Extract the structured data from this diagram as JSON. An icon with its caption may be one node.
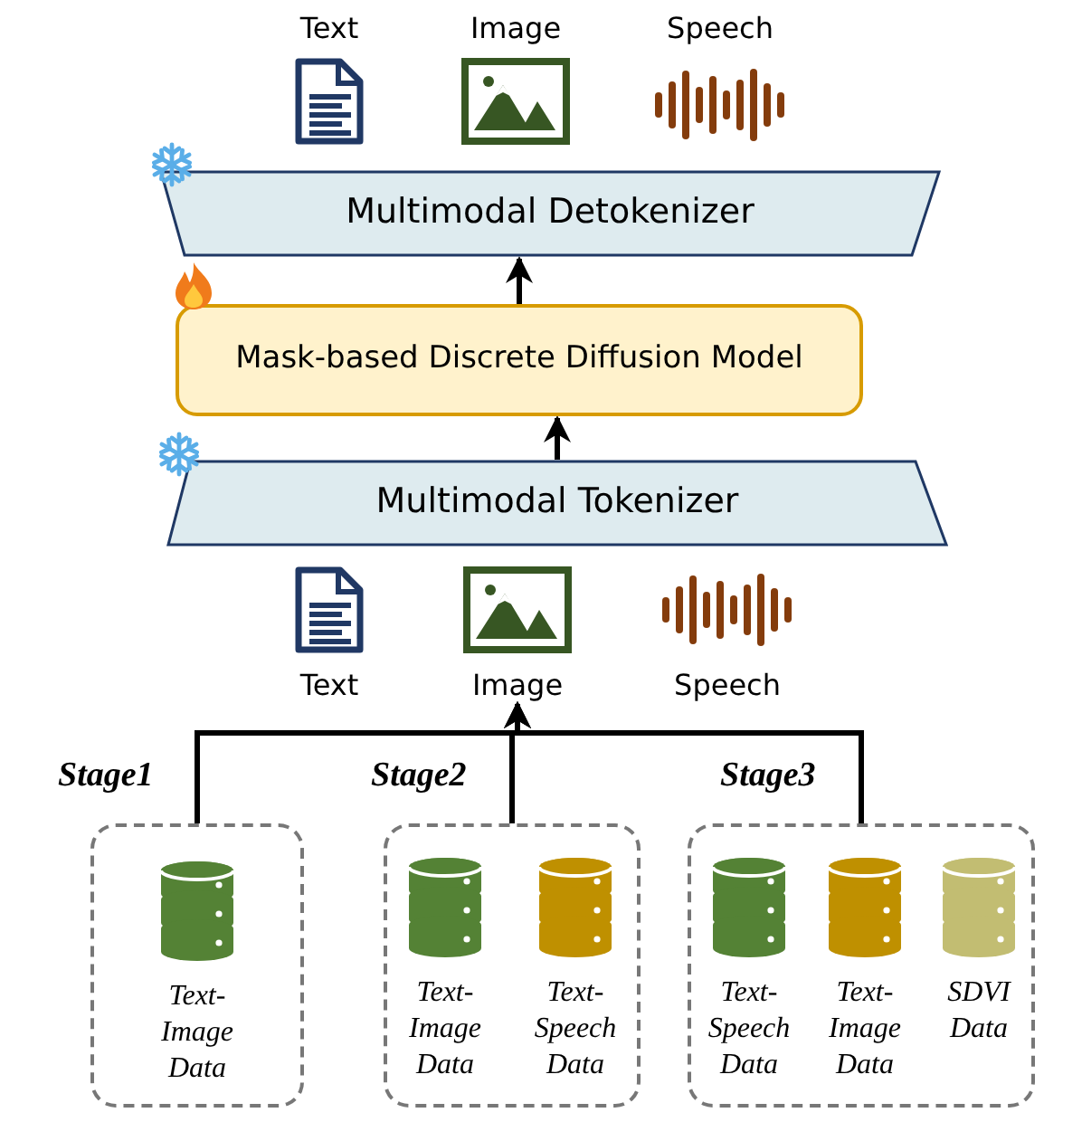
{
  "diagram": {
    "nodes": [
      {
        "text": [
          "Text"
        ]
      },
      {
        "text": [
          "Image"
        ]
      },
      {
        "text": [
          "Speech"
        ]
      },
      {
        "text": [
          "Multimodal Detokenizer"
        ]
      },
      {
        "text": [
          "Mask-based Discrete Diffusion Model"
        ]
      },
      {
        "text": [
          "Multimodal Tokenizer"
        ]
      },
      {
        "text": [
          "Text"
        ]
      },
      {
        "text": [
          "Image"
        ]
      },
      {
        "text": [
          "Speech"
        ]
      },
      {
        "text": [
          "Stage1"
        ]
      },
      {
        "text": [
          "Text-Image Data"
        ],
        "in": 9
      },
      {
        "text": [
          "Stage2"
        ]
      },
      {
        "text": [
          "Text-Image Data"
        ],
        "in": 11
      },
      {
        "text": [
          "Text-Speech Data"
        ],
        "in": 11
      },
      {
        "text": [
          "Stage3"
        ]
      },
      {
        "text": [
          "Text-Speech Data"
        ],
        "in": 14
      },
      {
        "text": [
          "Text-Image Data"
        ],
        "in": 14
      },
      {
        "text": [
          "SDVI Data"
        ],
        "in": 14
      }
    ],
    "edges": [
      {
        "from": 4,
        "to": 3,
        "arrow": "to"
      },
      {
        "from": 5,
        "to": 4,
        "arrow": "to"
      },
      {
        "from": 9,
        "to": 7,
        "arrow": "to"
      },
      {
        "from": 11,
        "to": 7,
        "arrow": "to"
      },
      {
        "from": 14,
        "to": 7,
        "arrow": "to"
      }
    ]
  }
}
